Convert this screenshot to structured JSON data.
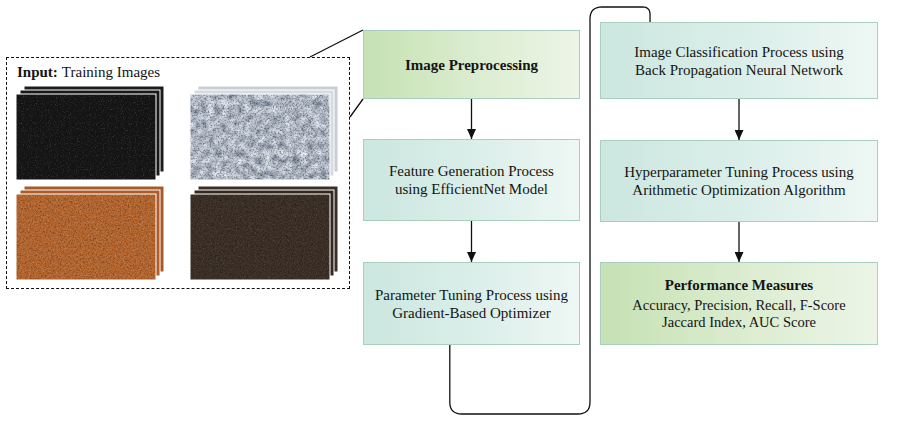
{
  "diagram": {
    "nodes": [
      {
        "text": [
          "Input:",
          "Training Images"
        ]
      },
      {
        "text": [
          "Image Preprocessing"
        ]
      },
      {
        "text": [
          "Feature Generation Process using EfficientNet Model"
        ]
      },
      {
        "text": [
          "Parameter Tuning Process using Gradient-Based Optimizer"
        ]
      },
      {
        "text": [
          "Image Classification Process using Back Propagation Neural Network"
        ]
      },
      {
        "text": [
          "Hyperparameter Tuning Process using Arithmetic Optimization Algorithm"
        ]
      },
      {
        "text": [
          "Performance Measures",
          "Accuracy, Precision, Recall, F-Score Jaccard Index, AUC Score"
        ]
      }
    ],
    "edges": [
      {
        "from": 0,
        "to": 1,
        "arrow": "none"
      },
      {
        "from": 1,
        "to": 2,
        "arrow": "to"
      },
      {
        "from": 2,
        "to": 3,
        "arrow": "to"
      },
      {
        "from": 3,
        "to": 4,
        "arrow": "none"
      },
      {
        "from": 4,
        "to": 5,
        "arrow": "to"
      },
      {
        "from": 5,
        "to": 6,
        "arrow": "to"
      }
    ]
  }
}
